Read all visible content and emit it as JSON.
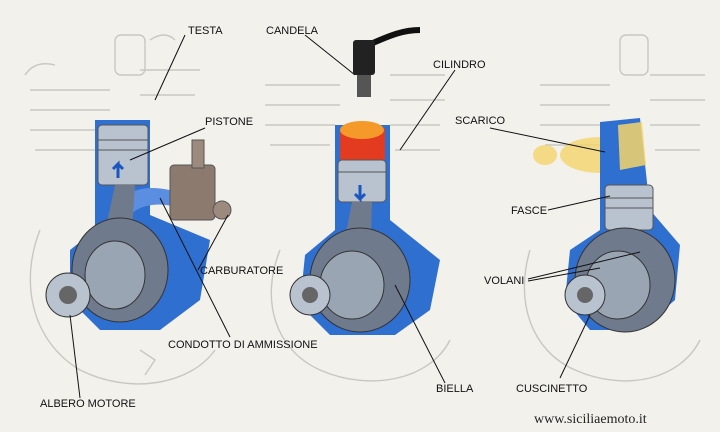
{
  "labels": {
    "testa": "TESTA",
    "candela": "CANDELA",
    "cilindro": "CILINDRO",
    "pistone": "PISTONE",
    "scarico": "SCARICO",
    "fasce": "FASCE",
    "carburatore": "CARBURATORE",
    "volani": "VOLANI",
    "condotto": "CONDOTTO DI AMMISSIONE",
    "biella": "BIELLA",
    "cuscinetto": "CUSCINETTO",
    "albero": "ALBERO MOTORE"
  },
  "watermark": "www.siciliaemoto.it",
  "colors": {
    "blue": "#2f6fd0",
    "dark_blue": "#244f9e",
    "steel": "#6f7b8c",
    "steel_light": "#b9c2cf",
    "red": "#e23b1f",
    "orange": "#f59a2a",
    "yellow": "#f4d56a",
    "sketch": "#c9c7c2"
  }
}
